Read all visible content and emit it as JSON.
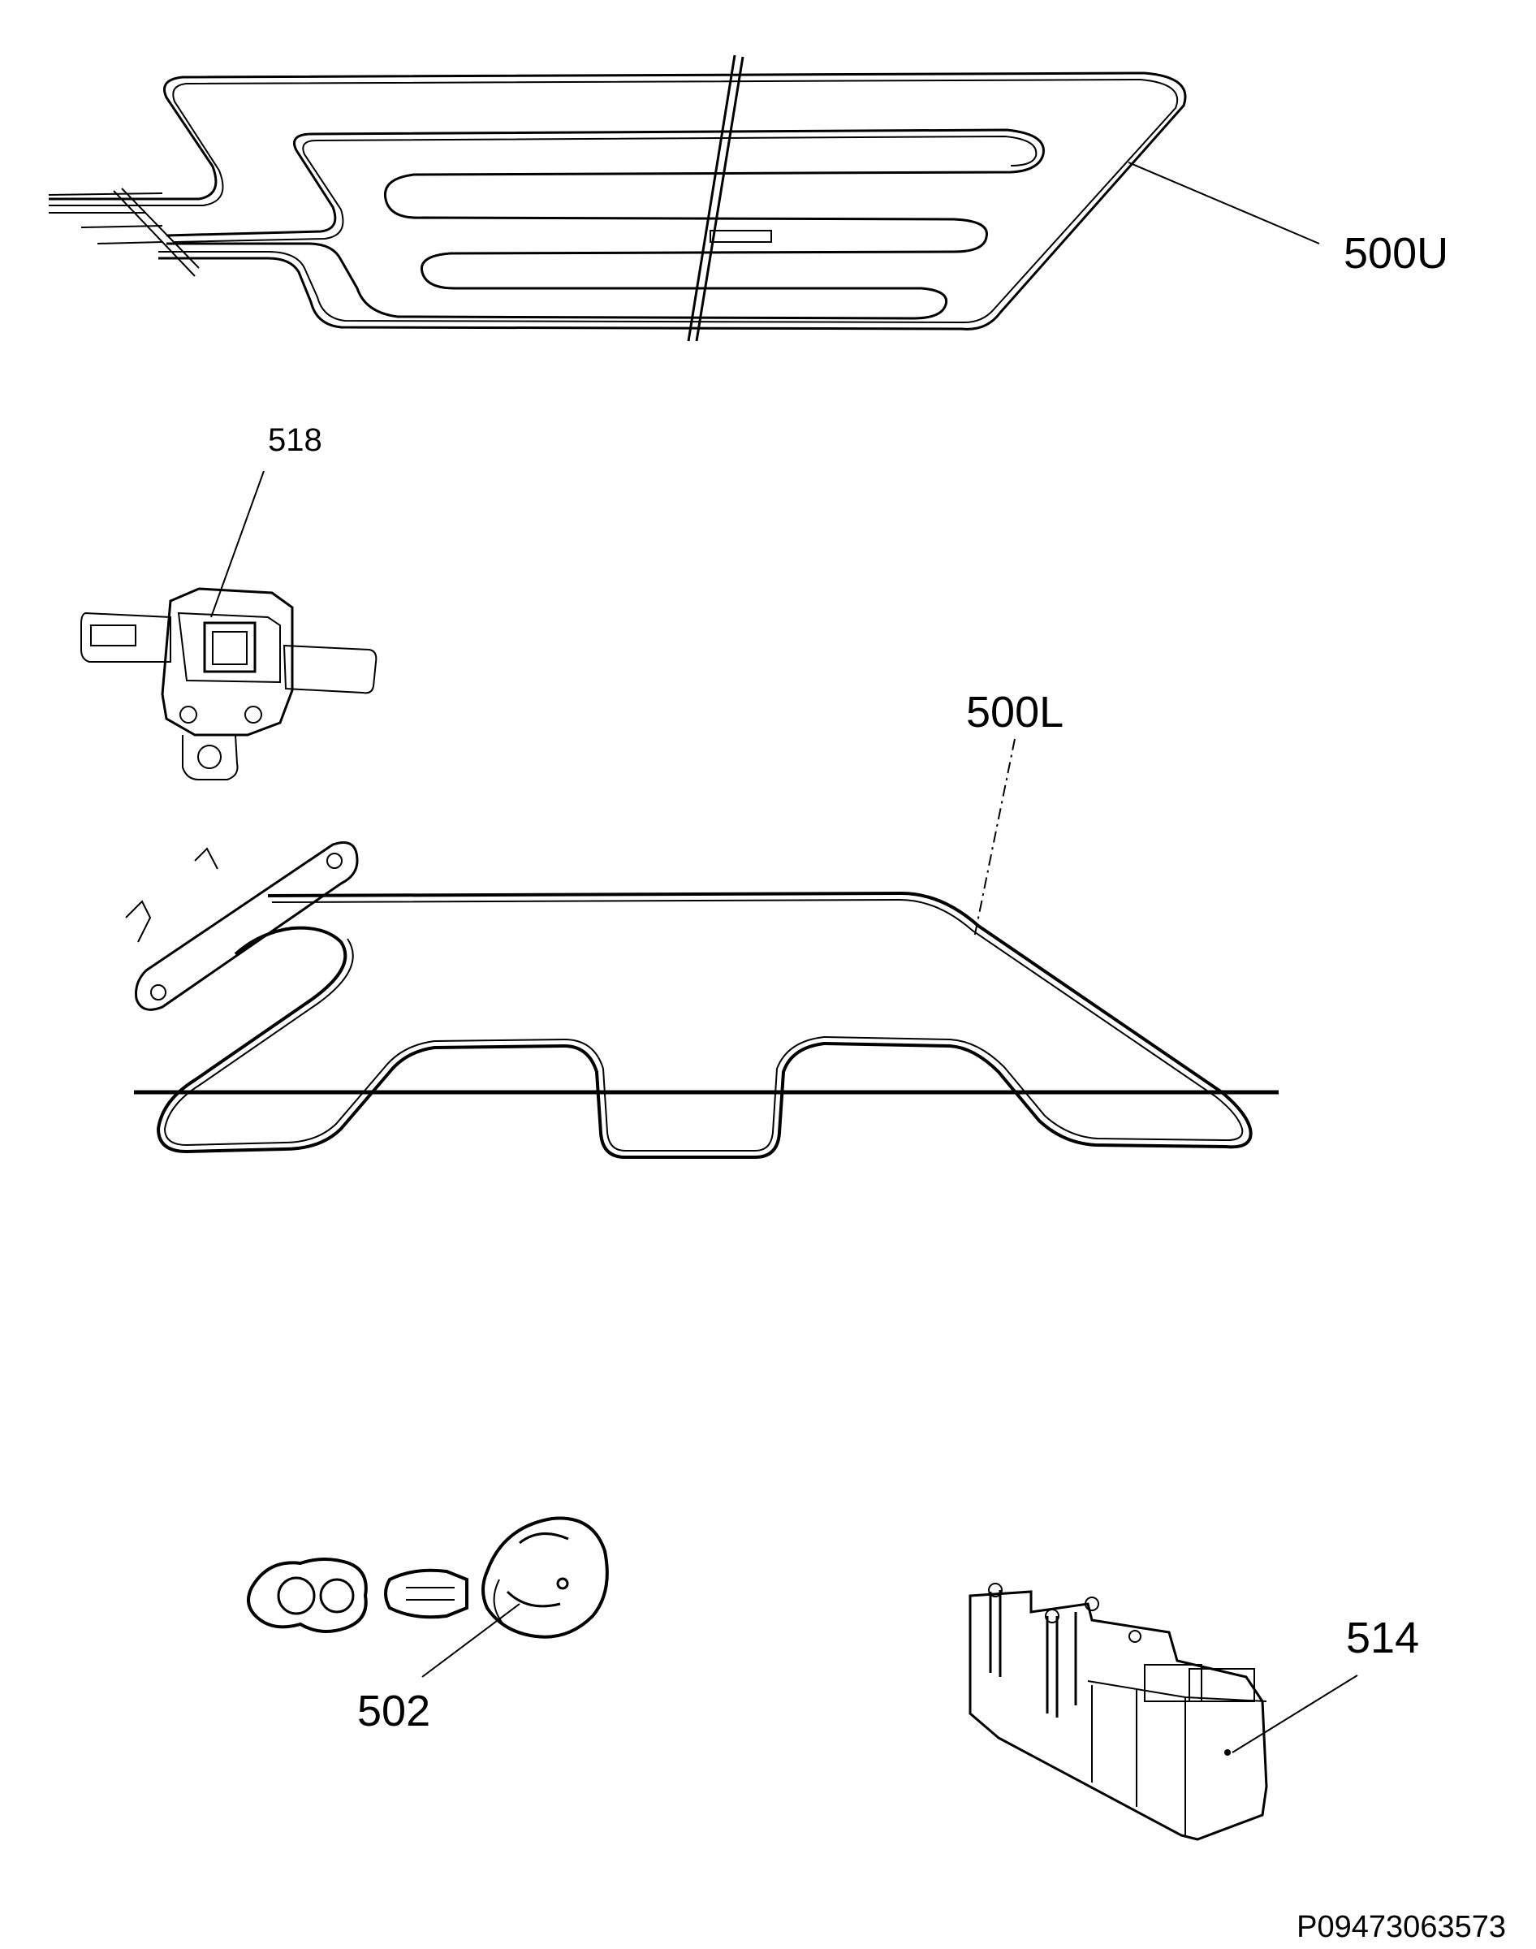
{
  "parts": [
    {
      "id": "upper-heating-element",
      "label": "500U"
    },
    {
      "id": "thermostat",
      "label": "518"
    },
    {
      "id": "lower-heating-element",
      "label": "500L"
    },
    {
      "id": "lamp-assembly",
      "label": "502"
    },
    {
      "id": "terminal-block",
      "label": "514"
    }
  ],
  "document_id": "P09473063573"
}
